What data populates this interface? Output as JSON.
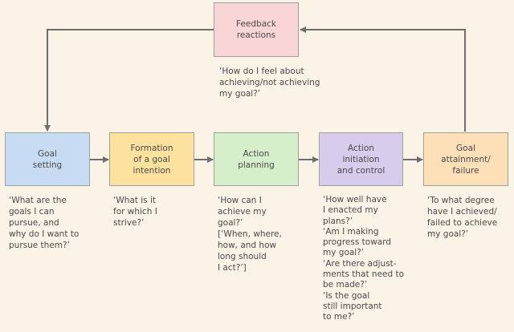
{
  "colors": {
    "background": "#faf3e6",
    "goal_setting": "#c7dcf3",
    "formation": "#fce29e",
    "action_planning": "#d6efcb",
    "action_initiation": "#d8ccec",
    "goal_attainment": "#fde0b8",
    "feedback": "#f9d5d5",
    "arrow": "#6e6e6e"
  },
  "feedback": {
    "label": "Feedback\nreactions",
    "question": "‘How do I feel about\nachieving/not achieving\nmy goal?’"
  },
  "stages": [
    {
      "label": "Goal\nsetting",
      "question": "‘What are the\ngoals I can\npursue, and\nwhy do I want to\npursue them?’"
    },
    {
      "label": "Formation\nof a goal\nintention",
      "question": "‘What is it\nfor which I\nstrive?’"
    },
    {
      "label": "Action\nplanning",
      "question": "‘How can I\nachieve my\ngoal?’\n[‘When, where,\nhow, and how\nlong should\nI act?’]"
    },
    {
      "label": "Action\ninitiation\nand control",
      "question": "‘How well have\nI enacted my\nplans?’\n‘Am I making\nprogress toward\nmy goal?’\n‘Are there adjust-\nments that need to\nbe made?’\n‘Is the goal\nstill important\nto me?’"
    },
    {
      "label": "Goal\nattainment/\nfailure",
      "question": "‘To what degree\nhave I achieved/\nfailed to achieve\nmy goal?’"
    }
  ]
}
